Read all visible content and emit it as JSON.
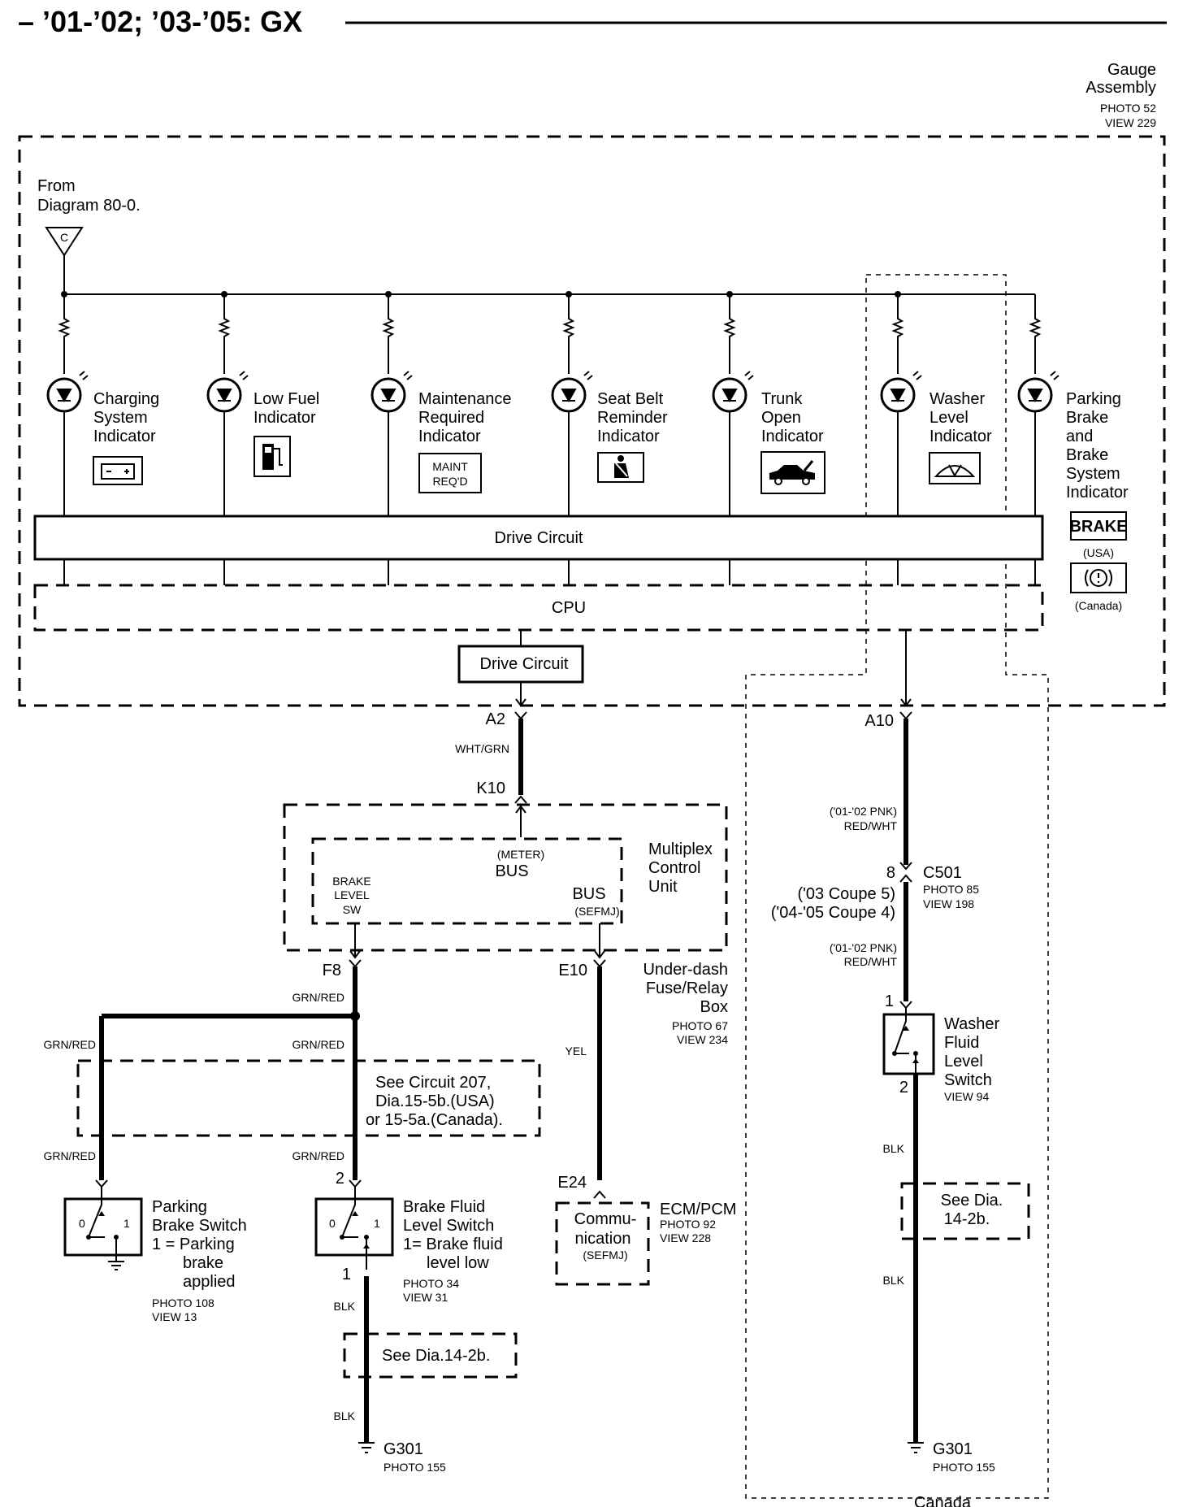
{
  "title": "– ’01-’02; ’03-’05: GX",
  "gauge": {
    "name_line1": "Gauge",
    "name_line2": "Assembly",
    "photo": "PHOTO 52",
    "view": "VIEW 229",
    "from_line1": "From",
    "from_line2": "Diagram 80-0.",
    "connector_letter": "C"
  },
  "indicators": [
    {
      "lines": [
        "Charging",
        "System",
        "Indicator"
      ],
      "icon": "battery-icon"
    },
    {
      "lines": [
        "Low Fuel",
        "Indicator"
      ],
      "icon": "fuel-pump-icon"
    },
    {
      "lines": [
        "Maintenance",
        "Required",
        "Indicator"
      ],
      "icon": "maint-reqd-icon",
      "icon_text": [
        "MAINT",
        "REQ'D"
      ]
    },
    {
      "lines": [
        "Seat Belt",
        "Reminder",
        "Indicator"
      ],
      "icon": "seatbelt-icon"
    },
    {
      "lines": [
        "Trunk",
        "Open",
        "Indicator"
      ],
      "icon": "car-trunk-icon"
    },
    {
      "lines": [
        "Washer",
        "Level",
        "Indicator"
      ],
      "icon": "washer-icon"
    },
    {
      "lines": [
        "Parking",
        "Brake",
        "and",
        "Brake",
        "System",
        "Indicator"
      ],
      "icon": "brake-icon",
      "icon_text": "BRAKE",
      "usa": "(USA)",
      "canada": "(Canada)"
    }
  ],
  "drive_circuit": "Drive Circuit",
  "cpu": "CPU",
  "drive_circuit_small": "Drive Circuit",
  "connectors": {
    "a2": "A2",
    "a2_wire": "WHT/GRN",
    "k10": "K10",
    "a10": "A10",
    "pnk1": "('01-'02 PNK)",
    "redwht1": "RED/WHT",
    "c501_pin": "8",
    "c501": "C501",
    "c501_photo": "PHOTO 85",
    "c501_view": "VIEW 198",
    "coupe5": "('03 Coupe 5)",
    "coupe4": "('04-'05 Coupe 4)",
    "pnk2": "('01-'02 PNK)",
    "redwht2": "RED/WHT",
    "f8": "F8",
    "e10": "E10",
    "e24": "E24"
  },
  "mcu": {
    "meter": "(METER)",
    "bus1": "BUS",
    "brake": "BRAKE",
    "level": "LEVEL",
    "sw": "SW",
    "bus2": "BUS",
    "sefmj": "(SEFMJ)",
    "name1": "Multiplex",
    "name2": "Control",
    "name3": "Unit"
  },
  "underdash": {
    "line1": "Under-dash",
    "line2": "Fuse/Relay",
    "line3": "Box",
    "photo": "PHOTO 67",
    "view": "VIEW 234"
  },
  "wires": {
    "grnred_a": "GRN/RED",
    "grnred_b": "GRN/RED",
    "grnred_c": "GRN/RED",
    "grnred_d": "GRN/RED",
    "grnred_e": "GRN/RED",
    "yel": "YEL",
    "blk_a": "BLK",
    "blk_b": "BLK",
    "blk_c": "BLK",
    "blk_d": "BLK"
  },
  "see_circuit": {
    "line1": "See Circuit 207,",
    "line2": "Dia.15-5b.(USA)",
    "line3": "or 15-5a.(Canada)."
  },
  "parking_switch": {
    "l1": "Parking",
    "l2": "Brake Switch",
    "l3": "1 = Parking",
    "l4": "brake",
    "l5": "applied",
    "photo": "PHOTO 108",
    "view": "VIEW 13",
    "p0": "0",
    "p1": "1"
  },
  "brake_fluid_switch": {
    "pin_top": "2",
    "pin_bot": "1",
    "l1": "Brake Fluid",
    "l2": "Level Switch",
    "l3": "1= Brake fluid",
    "l4": "level low",
    "photo": "PHOTO 34",
    "view": "VIEW 31",
    "p0": "0",
    "p1": "1"
  },
  "ecm": {
    "l1": "Commu-",
    "l2": "nication",
    "l3": "(SEFMJ)",
    "name": "ECM/PCM",
    "photo": "PHOTO 92",
    "view": "VIEW 228"
  },
  "see_dia_left": "See Dia.14-2b.",
  "see_dia_right": {
    "l1": "See Dia.",
    "l2": "14-2b."
  },
  "washer_switch": {
    "pin_top": "1",
    "pin_bot": "2",
    "l1": "Washer",
    "l2": "Fluid",
    "l3": "Level",
    "l4": "Switch",
    "view": "VIEW 94"
  },
  "ground_left": {
    "name": "G301",
    "photo": "PHOTO 155"
  },
  "ground_right": {
    "name": "G301",
    "photo": "PHOTO 155"
  },
  "canada": "Canada"
}
